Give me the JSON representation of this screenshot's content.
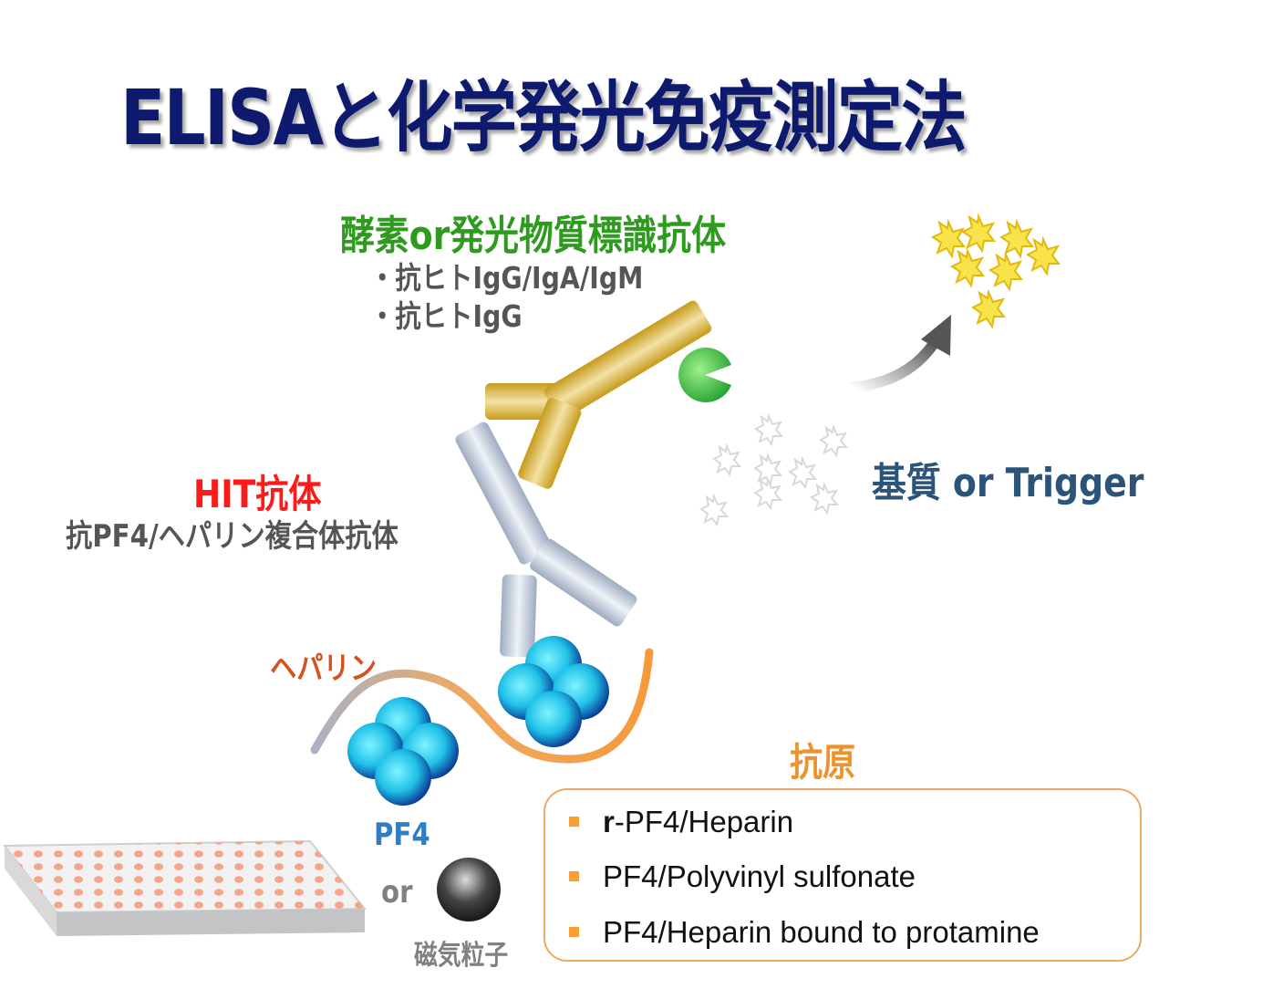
{
  "title": "ELISAと化学発光免疫測定法",
  "enzyme_antibody": {
    "title": "酵素or発光物質標識抗体",
    "items": [
      "・抗ヒトIgG/IgA/IgM",
      "・抗ヒトIgG"
    ]
  },
  "hit_antibody": {
    "title": "HIT抗体",
    "subtitle": "抗PF4/ヘパリン複合体抗体"
  },
  "heparin_label": "ヘパリン",
  "substrate_label": "基質 or Trigger",
  "pf4_label": "PF4",
  "or_label": "or",
  "magnetic_label": "磁気粒子",
  "antigen": {
    "title": "抗原",
    "items": [
      {
        "prefix": "r",
        "text": "-PF4/Heparin"
      },
      {
        "prefix": "",
        "text": "PF4/Polyvinyl sulfonate"
      },
      {
        "prefix": "",
        "text": "PF4/Heparin bound to protamine"
      }
    ]
  },
  "colors": {
    "title": "#0d1a6e",
    "enzyme_title": "#2e9b1f",
    "hit_title": "#ff1a1a",
    "heparin": "#d2541c",
    "substrate": "#2b5478",
    "antigen": "#f0922c",
    "pf4": "#2c7fc4"
  }
}
